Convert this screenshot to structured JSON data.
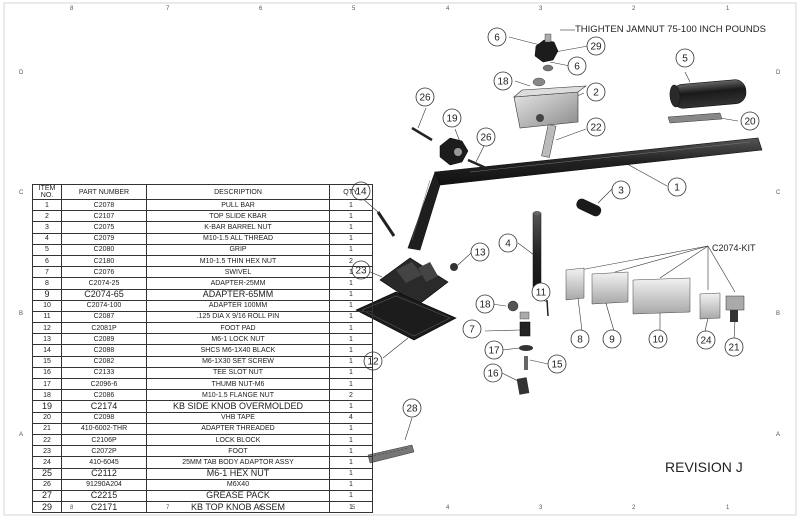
{
  "zones": {
    "top": [
      "8",
      "7",
      "6",
      "5",
      "4",
      "3",
      "2",
      "1"
    ],
    "bottom": [
      "8",
      "7",
      "6",
      "5",
      "4",
      "3",
      "2",
      "1"
    ],
    "left": [
      "D",
      "C",
      "B",
      "A"
    ],
    "right": [
      "D",
      "C",
      "B",
      "A"
    ]
  },
  "annotations": {
    "torque_note": "THIGHTEN JAMNUT 75-100 INCH POUNDS",
    "kit_label": "C2074-KIT",
    "revision": "REVISION J"
  },
  "bom": {
    "headers": [
      "ITEM NO.",
      "PART NUMBER",
      "DESCRIPTION",
      "QTY."
    ],
    "rows": [
      [
        "1",
        "C2078",
        "PULL BAR",
        "1"
      ],
      [
        "2",
        "C2107",
        "TOP SLIDE KBAR",
        "1"
      ],
      [
        "3",
        "C2075",
        "K-BAR BARREL NUT",
        "1"
      ],
      [
        "4",
        "C2079",
        "M10-1.5 ALL THREAD",
        "1"
      ],
      [
        "5",
        "C2080",
        "GRIP",
        "1"
      ],
      [
        "6",
        "C2180",
        "M10-1.5 THIN HEX NUT",
        "2"
      ],
      [
        "7",
        "C2076",
        "SWIVEL",
        "1"
      ],
      [
        "8",
        "C2074-25",
        "ADAPTER-25MM",
        "1"
      ],
      [
        "9",
        "C2074-65",
        "ADAPTER-65MM",
        "1"
      ],
      [
        "10",
        "C2074-100",
        "ADAPTER 100MM",
        "1"
      ],
      [
        "11",
        "C2087",
        ".125 DIA X 9/16 ROLL PIN",
        "1"
      ],
      [
        "12",
        "C2081P",
        "FOOT PAD",
        "1"
      ],
      [
        "13",
        "C2089",
        "M6-1 LOCK NUT",
        "1"
      ],
      [
        "14",
        "C2088",
        "SHCS M6-1X40 BLACK",
        "1"
      ],
      [
        "15",
        "C2082",
        "M6-1X30 SET SCREW",
        "1"
      ],
      [
        "16",
        "C2133",
        "TEE SLOT NUT",
        "1"
      ],
      [
        "17",
        "C2096-6",
        "THUMB NUT-M6",
        "1"
      ],
      [
        "18",
        "C2086",
        "M10-1.5 FLANGE NUT",
        "2"
      ],
      [
        "19",
        "C2174",
        "KB SIDE KNOB OVERMOLDED",
        "1"
      ],
      [
        "20",
        "C2098",
        "VHB TAPE",
        "4"
      ],
      [
        "21",
        "410-6002-THR",
        "ADAPTER THREADED",
        "1"
      ],
      [
        "22",
        "C2106P",
        "LOCK BLOCK",
        "1"
      ],
      [
        "23",
        "C2072P",
        "FOOT",
        "1"
      ],
      [
        "24",
        "410-6045",
        "25MM TAB BODY ADAPTOR ASSY",
        "1"
      ],
      [
        "25",
        "C2112",
        "M6-1 HEX NUT",
        "1"
      ],
      [
        "26",
        "91290A204",
        "M6X40",
        "1"
      ],
      [
        "27",
        "C2215",
        "GREASE PACK",
        "1"
      ],
      [
        "29",
        "C2171",
        "KB TOP KNOB ASSEM",
        "1"
      ]
    ]
  },
  "balloons": [
    "1",
    "2",
    "3",
    "4",
    "5",
    "6",
    "6",
    "7",
    "8",
    "9",
    "10",
    "11",
    "12",
    "13",
    "14",
    "15",
    "16",
    "17",
    "18",
    "18",
    "19",
    "20",
    "21",
    "22",
    "23",
    "24",
    "26",
    "26",
    "28",
    "29"
  ],
  "icons": [
    "pull-bar-part",
    "grip-part",
    "knob-part",
    "foot-part",
    "adapter-part",
    "all-thread-part",
    "slide-block-part"
  ]
}
